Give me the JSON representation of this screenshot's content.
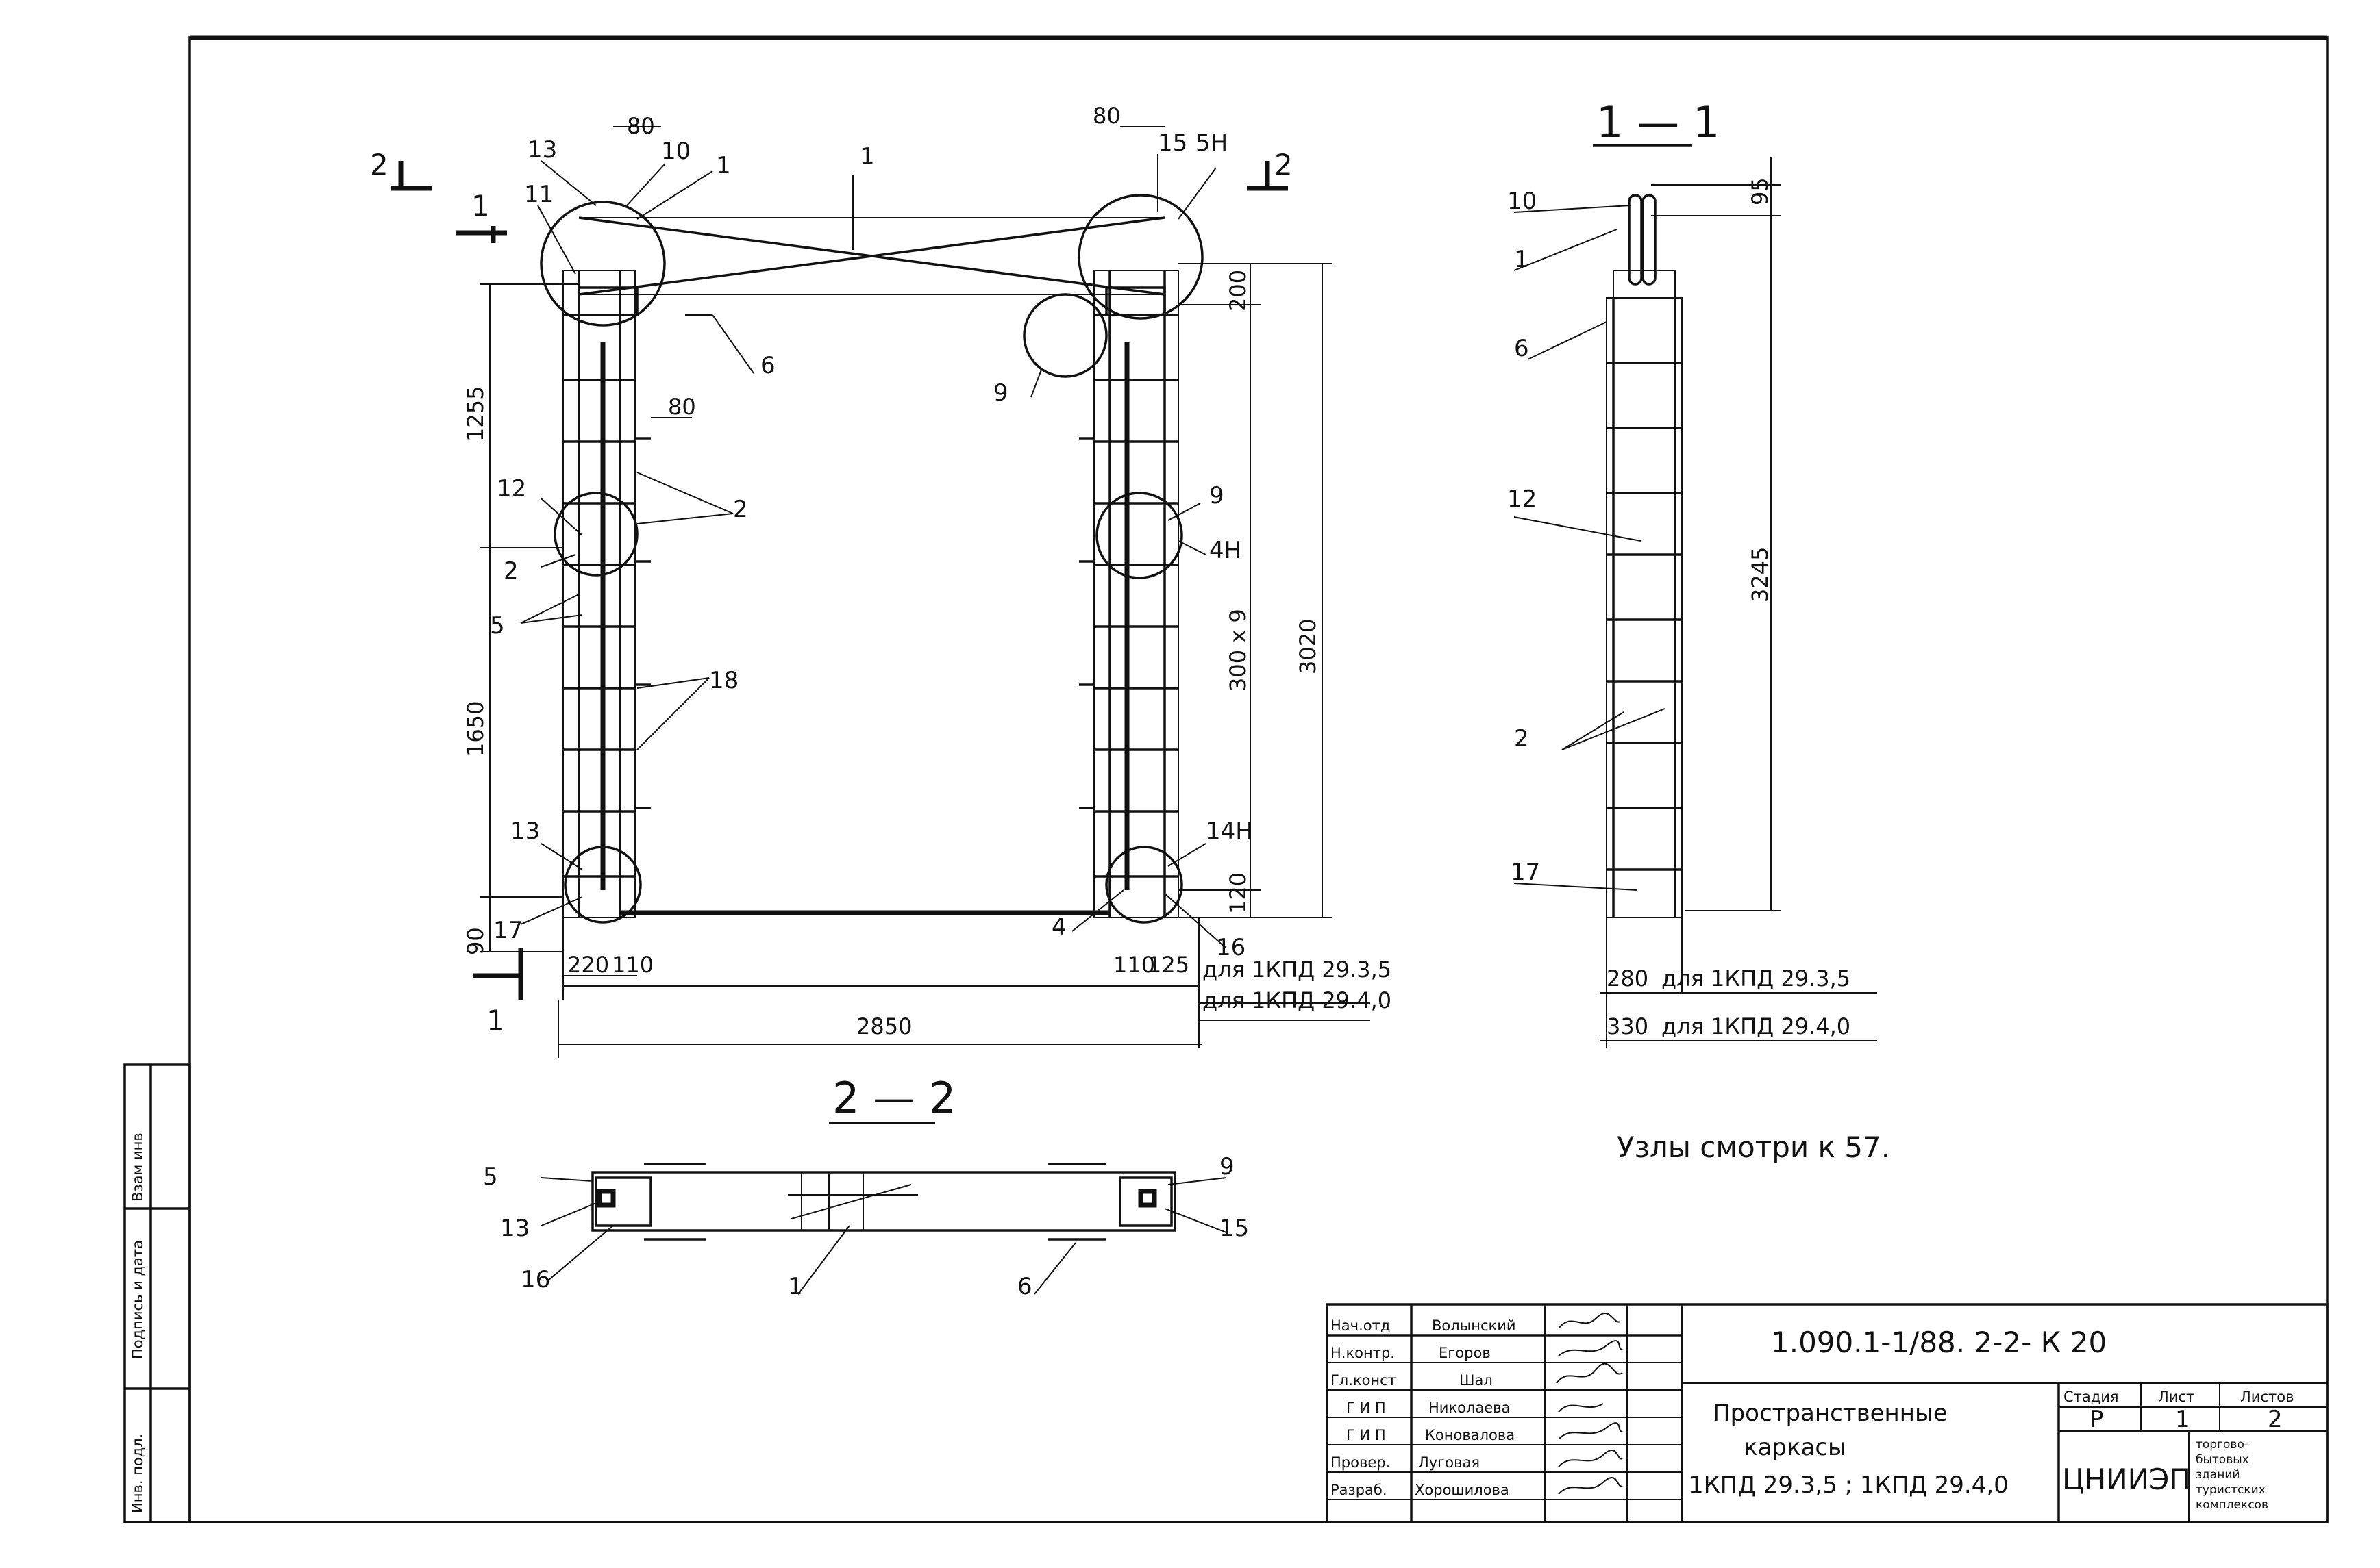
{
  "sheet": {
    "section_1_1": "1 — 1",
    "section_2_2": "2 — 2",
    "cut_mark_1": "1",
    "cut_mark_2": "2",
    "nodes_note": "Узлы смотри к 57."
  },
  "elevation": {
    "markers": [
      "13",
      "10",
      "1",
      "11",
      "1",
      "15",
      "5Н",
      "6",
      "9",
      "12",
      "2",
      "2",
      "5",
      "18",
      "9",
      "4Н",
      "13",
      "17",
      "14Н",
      "4",
      "16"
    ],
    "dims": {
      "d80_a": "80",
      "d80_b": "80",
      "d80_c": "80",
      "d200": "200",
      "d1255": "1255",
      "d1650": "1650",
      "d90": "90",
      "d300x9": "300 х 9",
      "d3020": "3020",
      "d120": "120",
      "d220": "220",
      "d110a": "110",
      "d110b": "110",
      "d125": "125",
      "d2850": "2850"
    },
    "variant_a": "для 1КПД 29.3,5",
    "variant_b": "для 1КПД 29.4,0"
  },
  "section_1_1_view": {
    "markers": [
      "10",
      "1",
      "6",
      "12",
      "2",
      "17"
    ],
    "d95": "95",
    "d3245": "3245",
    "rows": [
      {
        "dim": "280",
        "text": "для 1КПД 29.3,5"
      },
      {
        "dim": "330",
        "text": "для 1КПД 29.4,0"
      }
    ]
  },
  "section_2_2_view": {
    "markers": [
      "5",
      "13",
      "16",
      "1",
      "6",
      "9",
      "15"
    ]
  },
  "side_stamp": {
    "cells": [
      "Взам инв",
      "Подпись и дата",
      "Инв. подл."
    ]
  },
  "title_block": {
    "doc_code": "1.090.1-1/88. 2-2- К 20",
    "title_line1": "Пространственные",
    "title_line2": "каркасы",
    "title_line3": "1КПД 29.3,5 ; 1КПД 29.4,0",
    "stage_header": "Стадия",
    "sheet_header": "Лист",
    "sheets_header": "Листов",
    "stage": "Р",
    "sheet": "1",
    "sheets": "2",
    "org": "ЦНИИЭП",
    "org_desc": [
      "торгово-",
      "бытовых",
      "зданий",
      "туристских",
      "комплексов"
    ],
    "staff": [
      {
        "role": "Нач.отд",
        "name": "Волынский"
      },
      {
        "role": "Н.контр.",
        "name": "Егоров"
      },
      {
        "role": "Гл.конст",
        "name": "Шал"
      },
      {
        "role": "Г И П",
        "name": "Николаева"
      },
      {
        "role": "Г И П",
        "name": "Коновалова"
      },
      {
        "role": "Провер.",
        "name": "Луговая"
      },
      {
        "role": "Разраб.",
        "name": "Хорошилова"
      }
    ]
  }
}
